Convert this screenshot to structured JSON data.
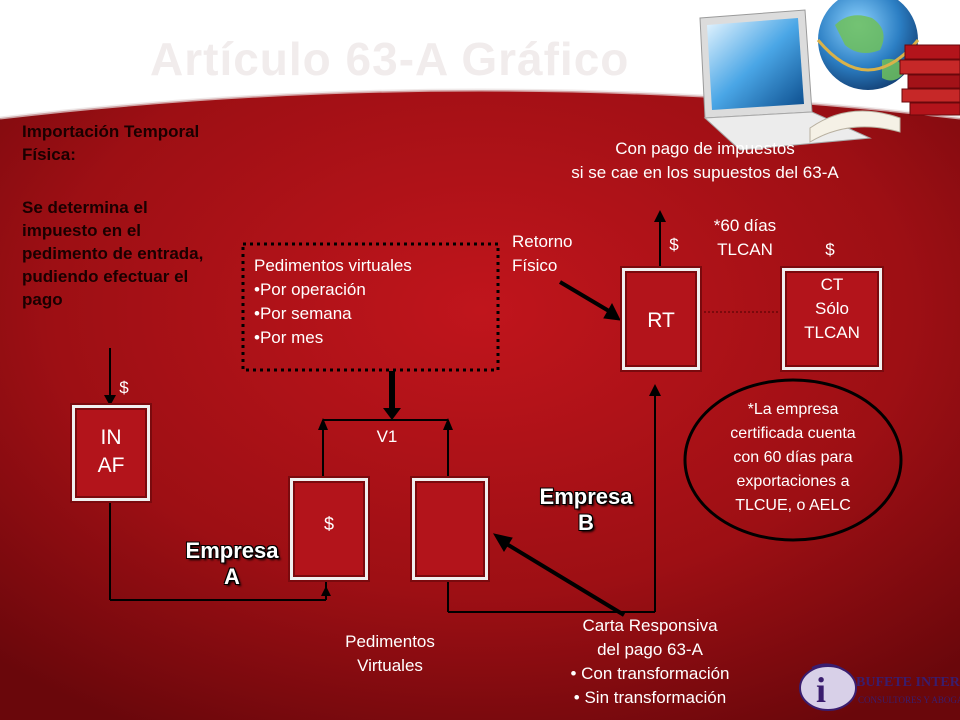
{
  "title": "Artículo 63-A Gráfico",
  "side_note": {
    "heading": "Importación Temporal Física:",
    "body": "Se determina el impuesto en el pedimento de entrada, pudiendo efectuar el pago"
  },
  "top_note": {
    "line1": "Con pago de impuestos",
    "line2": "si se cae en los supuestos del 63-A"
  },
  "virtual_box": {
    "title": "Pedimentos virtuales",
    "items": [
      "•Por operación",
      "•Por semana",
      "•Por mes"
    ]
  },
  "retorno": {
    "line1": "Retorno",
    "line2": "Físico"
  },
  "dias": {
    "line1": "*60 días",
    "line2": "TLCAN"
  },
  "dollar": "$",
  "box_in": {
    "line1": "IN",
    "line2": "AF"
  },
  "box_rt": "RT",
  "box_ct": {
    "line1": "CT",
    "line2": "Sólo",
    "line3": "TLCAN"
  },
  "v1": "V1",
  "empresa_a": {
    "line1": "Empresa",
    "line2": "A"
  },
  "empresa_b": {
    "line1": "Empresa",
    "line2": "B"
  },
  "ellipse_note": "*La empresa certificada cuenta con 60 días para exportaciones a TLCUE, o AELC",
  "ellipse_lines": [
    "*La empresa",
    "certificada cuenta",
    "con 60 días para",
    "exportaciones a",
    "TLCUE, o AELC"
  ],
  "pedimentos_virtuales": {
    "line1": "Pedimentos",
    "line2": "Virtuales"
  },
  "carta": {
    "line1": "Carta Responsiva",
    "line2": "del pago 63-A",
    "items": [
      "• Con transformación",
      "• Sin transformación"
    ]
  },
  "logo": {
    "line1": "BUFETE INTERNACIONAL",
    "line2": "CONSULTORES Y ABOGADOS"
  },
  "colors": {
    "red": "#b3141b",
    "dark_red": "#7a0a0e",
    "white": "#ffffff"
  }
}
